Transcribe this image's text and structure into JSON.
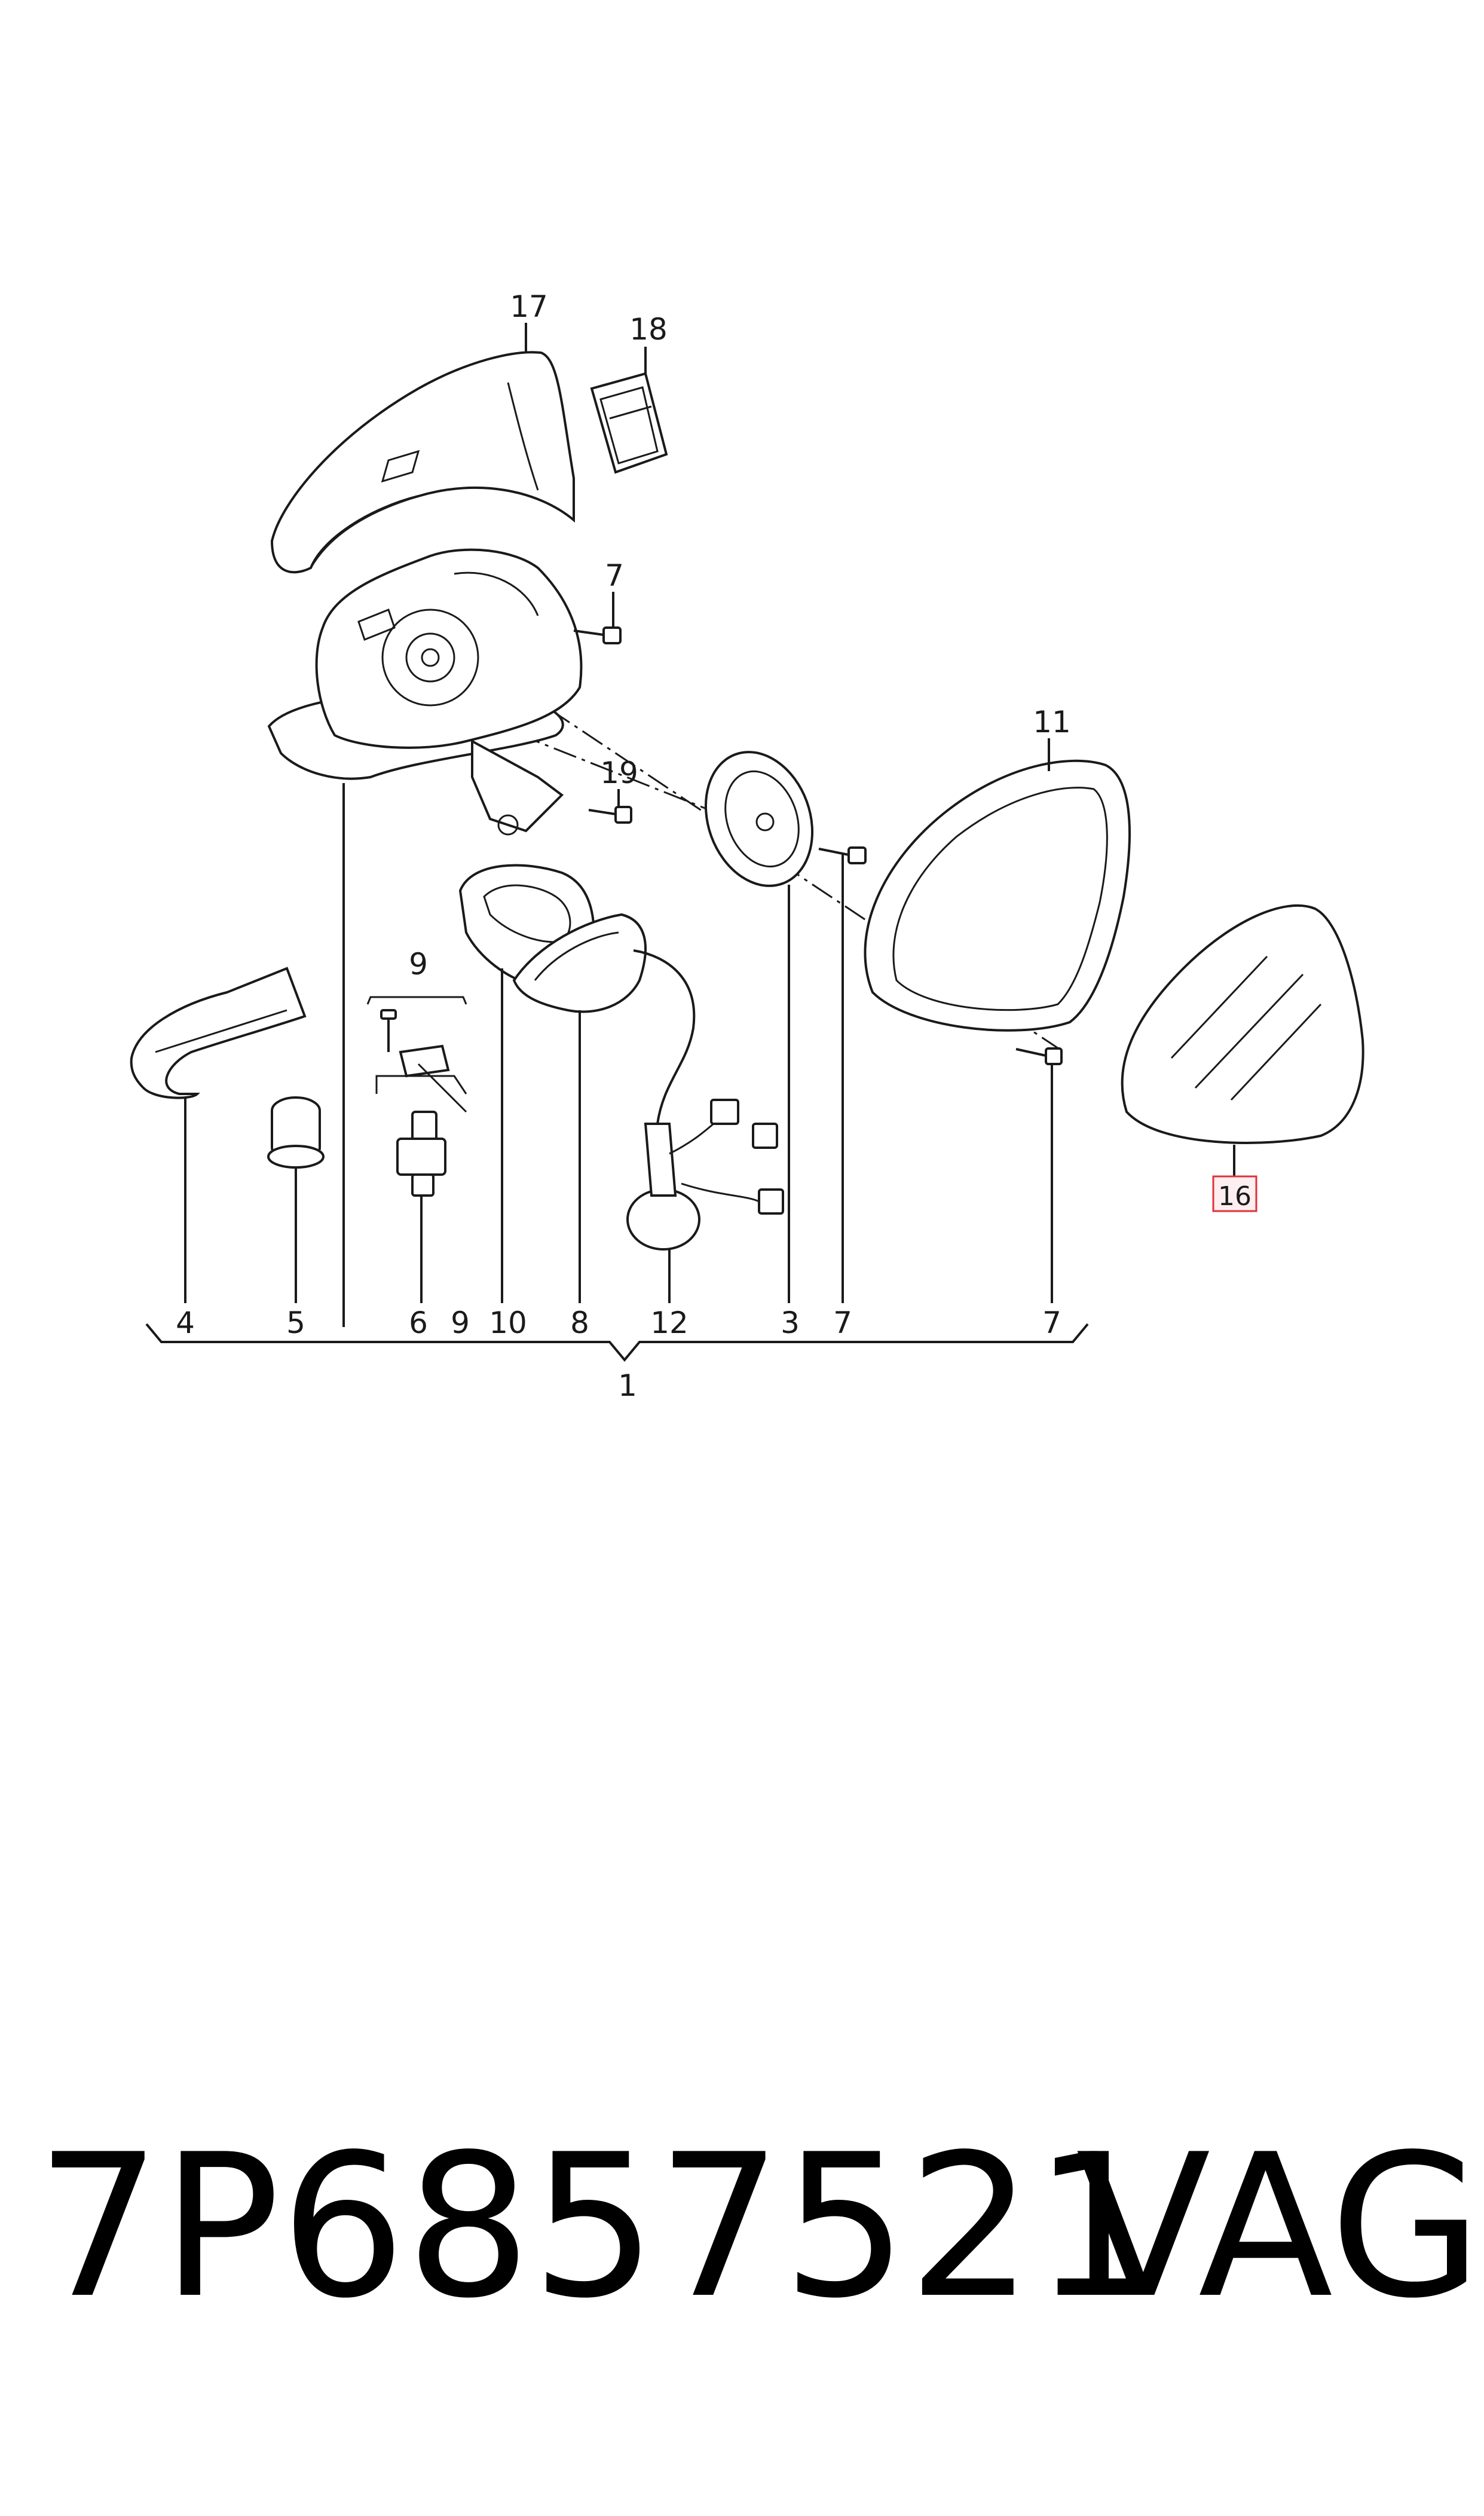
{
  "callouts": {
    "c17": "17",
    "c18": "18",
    "c7_screw_top": "7",
    "c19": "19",
    "c11": "11",
    "c9_top": "9",
    "c16": "16",
    "c4": "4",
    "c5": "5",
    "c6": "6",
    "c9_bottom": "9",
    "c10": "10",
    "c8": "8",
    "c12": "12",
    "c3": "3",
    "c7_bottom_a": "7",
    "c7_bottom_b": "7",
    "c1": "1"
  },
  "highlight_color": "#e2323c",
  "footer": {
    "part_number": "7P6857521",
    "brand": "VAG"
  }
}
